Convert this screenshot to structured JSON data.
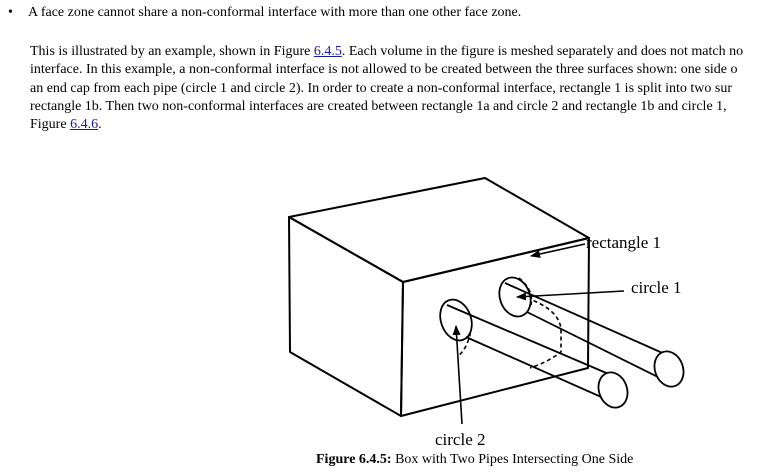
{
  "bullet": {
    "marker": "•",
    "text": "A face zone cannot share a non-conformal interface with more than one other face zone."
  },
  "paragraph": {
    "line1_pre": "This is illustrated by an example, shown in Figure ",
    "line1_link": "6.4.5",
    "line1_post": ". Each volume in the figure is meshed separately and does not match no",
    "line2": "interface. In this example, a non-conformal interface is not allowed to be created between the three surfaces shown: one side o",
    "line3": "an end cap from each pipe (circle 1 and circle 2). In order to create a non-conformal interface, rectangle 1 is split into two sur",
    "line4": "rectangle 1b. Then two non-conformal interfaces are created between rectangle 1a and circle 2 and rectangle 1b and circle 1,",
    "line5_pre": "Figure ",
    "line5_link": "6.4.6",
    "line5_post": "."
  },
  "figure": {
    "labels": {
      "rectangle": "rectangle 1",
      "circle1": "circle 1",
      "circle2": "circle 2"
    },
    "caption_number": "Figure 6.4.5:",
    "caption_text": " Box with Two Pipes Intersecting One Side"
  }
}
